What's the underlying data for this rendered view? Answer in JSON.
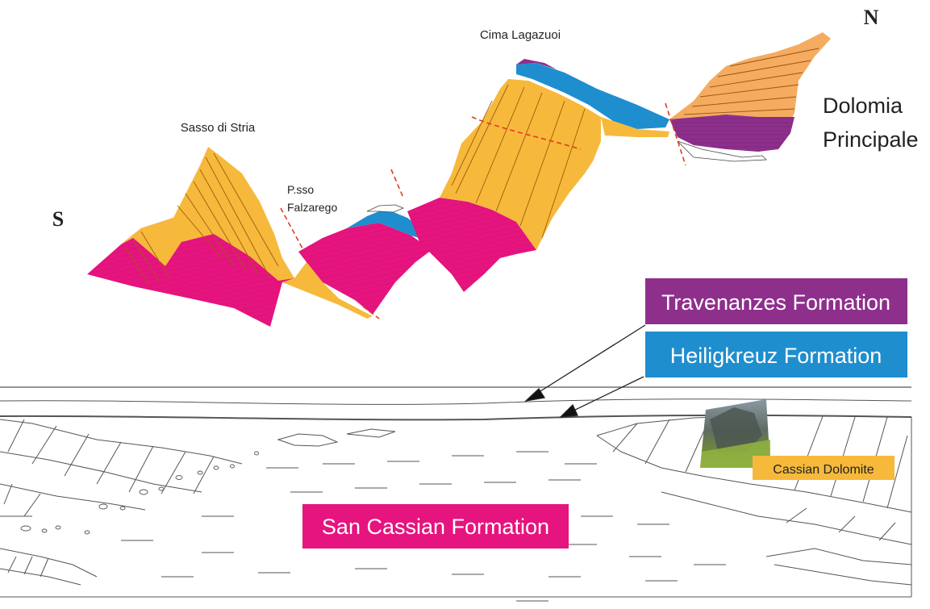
{
  "orientation": {
    "south": "S",
    "north": "N"
  },
  "peaks": {
    "sasso_di_stria": "Sasso di Stria",
    "passo_line1": "P.sso",
    "passo_line2": "Falzarego",
    "cima_lagazuoi": "Cima Lagazuoi",
    "dolomia_line1": "Dolomia",
    "dolomia_line2": "Principale"
  },
  "formations": {
    "travenanzes": "Travenanzes Formation",
    "heiligkreuz": "Heiligkreuz Formation",
    "san_cassian": "San Cassian Formation",
    "cassian_dolomite": "Cassian Dolomite"
  },
  "colors": {
    "san_cassian": "#e6147e",
    "cassian_dolomite": "#f6b93b",
    "heiligkreuz": "#1f8ecf",
    "travenanzes": "#8e2f8c",
    "dolomia_principale": "#f5ab60"
  }
}
